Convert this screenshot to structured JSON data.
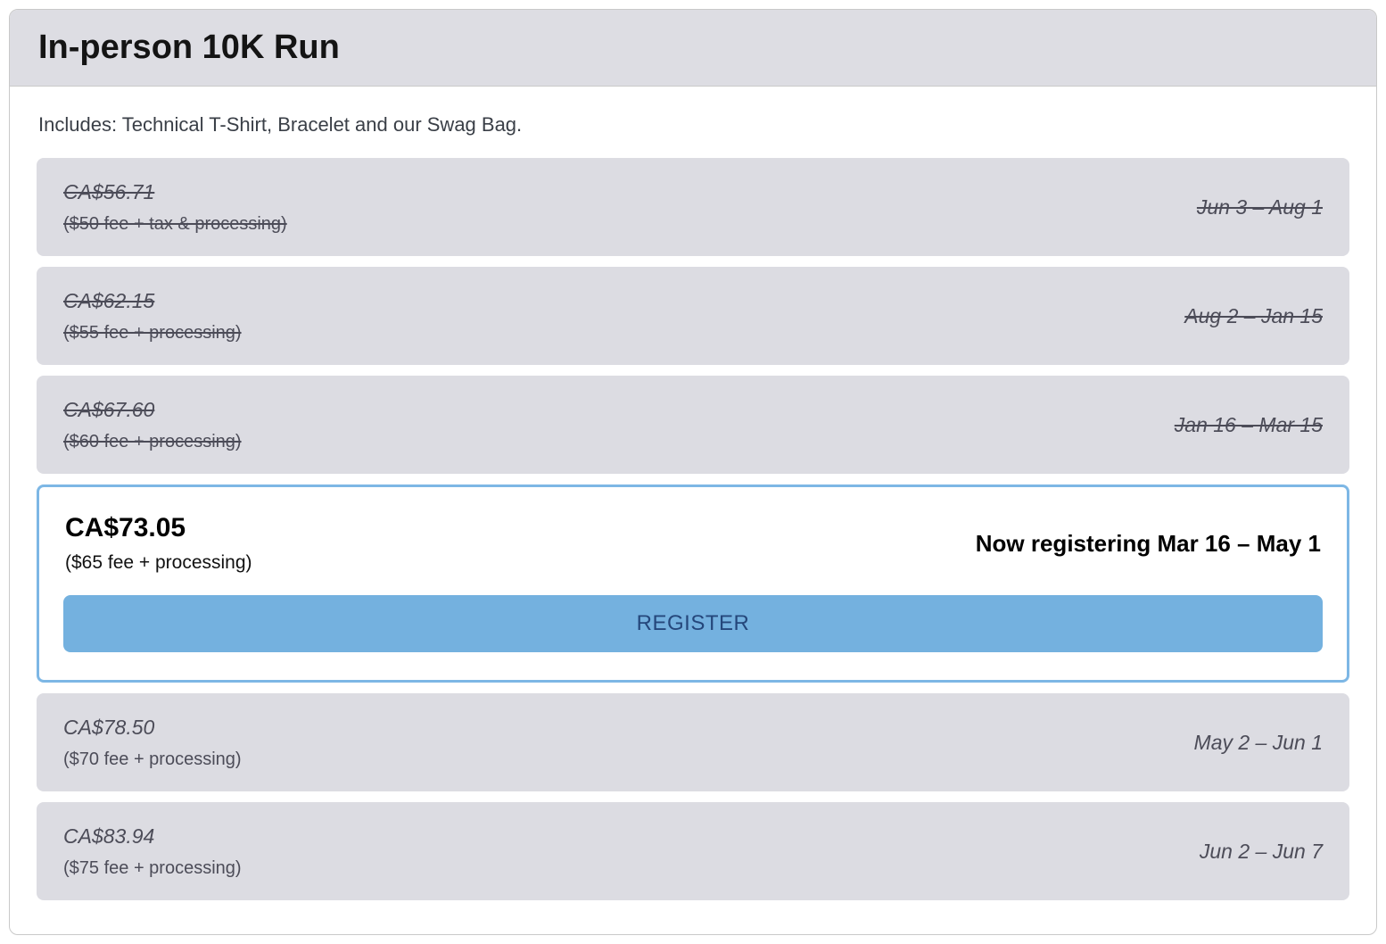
{
  "card": {
    "title": "In-person 10K Run",
    "description": "Includes: Technical T-Shirt, Bracelet and our Swag Bag."
  },
  "tiers": [
    {
      "price": "CA$56.71",
      "fee": "($50 fee + tax & processing)",
      "dates": "Jun 3 – Aug 1",
      "status": "past"
    },
    {
      "price": "CA$62.15",
      "fee": "($55 fee + processing)",
      "dates": "Aug 2 – Jan 15",
      "status": "past"
    },
    {
      "price": "CA$67.60",
      "fee": "($60 fee + processing)",
      "dates": "Jan 16 – Mar 15",
      "status": "past"
    },
    {
      "price": "CA$73.05",
      "fee": "($65 fee + processing)",
      "dates": "Now registering Mar 16 – May 1",
      "status": "active",
      "button_label": "REGISTER"
    },
    {
      "price": "CA$78.50",
      "fee": "($70 fee + processing)",
      "dates": "May 2 – Jun 1",
      "status": "future"
    },
    {
      "price": "CA$83.94",
      "fee": "($75 fee + processing)",
      "dates": "Jun 2 – Jun 7",
      "status": "future"
    }
  ],
  "colors": {
    "header_bg": "#dddde3",
    "tier_bg": "#dcdce2",
    "tier_text": "#4c4c58",
    "accent_border": "#7db7e5",
    "button_bg": "#74b1df",
    "button_text": "#25477b",
    "card_border": "#c9c9c9",
    "title_text": "#141414",
    "body_text": "#3a3f47"
  }
}
